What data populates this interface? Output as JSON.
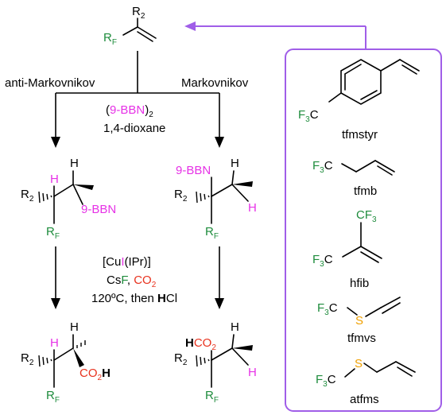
{
  "colors": {
    "magenta": "#e632e6",
    "green": "#1e8c3c",
    "red": "#e8321e",
    "orange": "#f0a000",
    "purple": "#a05ee8",
    "black": "#000000"
  },
  "start": {
    "R": "R",
    "R_sub": "2",
    "RF": "R",
    "RF_sub": "F"
  },
  "branches": {
    "left": "anti-Markovnikov",
    "right": "Markovnikov"
  },
  "reagent1": {
    "open": "(",
    "name": "9-BBN",
    "close": ")",
    "sub": "2",
    "solvent": "1,4-dioxane"
  },
  "intermediate_left": {
    "H1": "H",
    "H2": "H",
    "R": "R",
    "R_sub": "2",
    "boryl": "9-BBN",
    "RF": "R",
    "RF_sub": "F"
  },
  "intermediate_right": {
    "boryl": "9-BBN",
    "H1": "H",
    "R": "R",
    "R_sub": "2",
    "H2": "H",
    "RF": "R",
    "RF_sub": "F"
  },
  "reagent2": {
    "cat_open": "[Cu",
    "cat_I": "I",
    "cat_close": "(IPr)]",
    "cs": "Cs",
    "f": "F",
    "sep": ", ",
    "co": "CO",
    "co_sub": "2",
    "cond": "120ºC, then ",
    "h": "H",
    "cl": "Cl"
  },
  "product_left": {
    "H1": "H",
    "H2": "H",
    "R": "R",
    "R_sub": "2",
    "acid_co": "CO",
    "acid_sub": "2",
    "acid_h": "H",
    "RF": "R",
    "RF_sub": "F"
  },
  "product_right": {
    "acid_h": "H",
    "acid_co": "CO",
    "acid_sub": "2",
    "H1": "H",
    "R": "R",
    "R_sub": "2",
    "H2": "H",
    "RF": "R",
    "RF_sub": "F"
  },
  "substrates": [
    {
      "name": "tfmstyr",
      "cf": "F",
      "cf_sub": "3",
      "c": "C"
    },
    {
      "name": "tfmb",
      "cf": "F",
      "cf_sub": "3",
      "c": "C"
    },
    {
      "name": "hfib",
      "cf": "F",
      "cf_sub": "3",
      "c": "C",
      "top": "CF",
      "top_sub": "3"
    },
    {
      "name": "tfmvs",
      "cf": "F",
      "cf_sub": "3",
      "c": "C",
      "s": "S"
    },
    {
      "name": "atfms",
      "cf": "F",
      "cf_sub": "3",
      "c": "C",
      "s": "S"
    }
  ]
}
